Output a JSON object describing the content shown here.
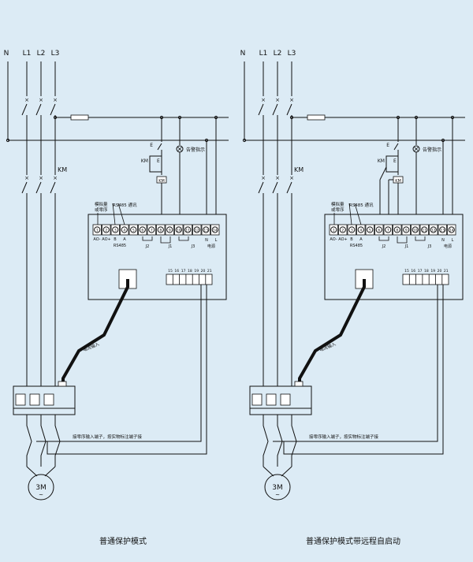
{
  "diagrams": [
    {
      "caption": "普通保护模式",
      "remote_start": false
    },
    {
      "caption": "普通保护模式带远程自启动",
      "remote_start": true
    }
  ],
  "labels": {
    "neutral": "N",
    "phases": [
      "L1",
      "L2",
      "L3"
    ],
    "contactor": "KM",
    "alarm_indicator": "告警指示",
    "stop_switch": "E",
    "km_contact": "KM",
    "km_coil": "KM",
    "analog": "模拟量",
    "or_sequence": "或零序",
    "rs485_comm": "RS485 通讯",
    "rs485": "RS485",
    "ao_minus": "AO-",
    "ao_plus": "AO+",
    "b": "B",
    "a": "A",
    "j1": "J1",
    "j2": "J2",
    "j3": "J3",
    "n": "N",
    "l": "L",
    "power": "电源",
    "current_input": "电流输入",
    "zero_seq_note": "接零序输入端子，按实物标注端子接",
    "motor": "3M",
    "motor_tilde": "~"
  },
  "terminals_top": [
    "1",
    "2",
    "3",
    "4",
    "5",
    "6",
    "7",
    "8",
    "9",
    "10",
    "11",
    "12",
    "13",
    "14"
  ],
  "terminals_bottom": [
    "15",
    "16",
    "17",
    "18",
    "19",
    "20",
    "21"
  ],
  "colors": {
    "background": "#dcebf5",
    "line": "#111111"
  }
}
